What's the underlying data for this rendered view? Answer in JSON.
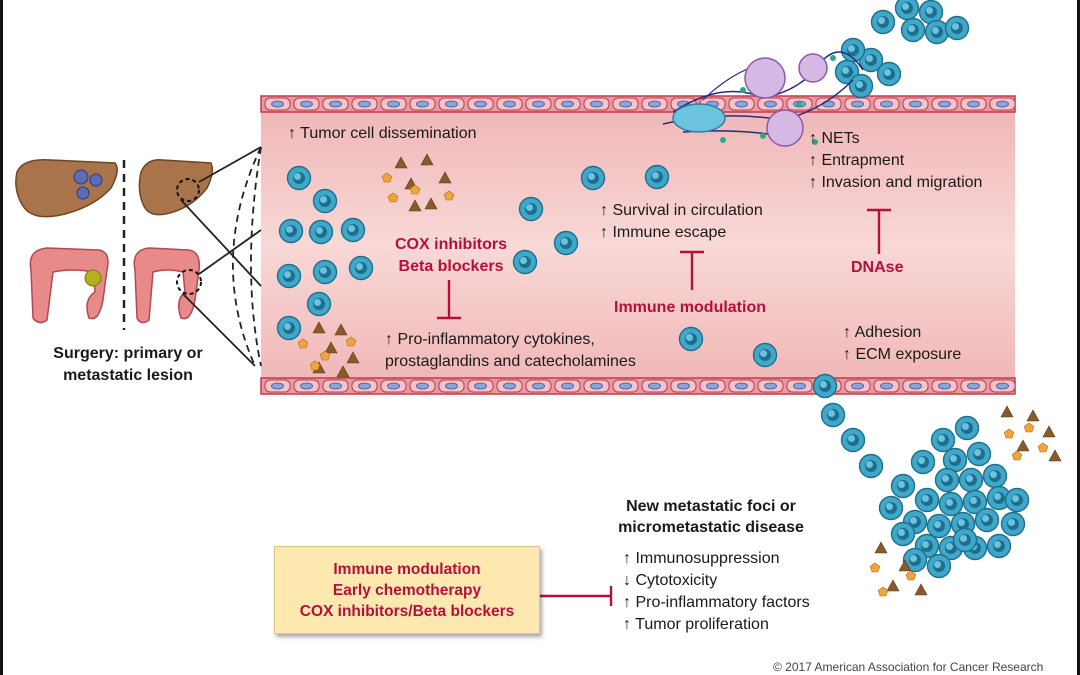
{
  "vessel_labels": {
    "dissemination": "↑ Tumor cell dissemination",
    "survival": [
      "↑ Survival in circulation",
      "↑ Immune escape"
    ],
    "nets": [
      "↑ NETs",
      "↑ Entrapment",
      "↑ Invasion and migration"
    ],
    "cytokines": [
      "↑ Pro-inflammatory cytokines,",
      "prostaglandins and catecholamines"
    ],
    "adhesion": [
      "↑ Adhesion",
      "↑ ECM exposure"
    ]
  },
  "interventions": {
    "cox": [
      "COX inhibitors",
      "Beta blockers"
    ],
    "immune": "Immune modulation",
    "dnase": "DNAse"
  },
  "surgery": [
    "Surgery: primary or",
    "metastatic lesion"
  ],
  "metastasis": {
    "title": [
      "New metastatic foci or",
      "micrometastatic disease"
    ],
    "effects": [
      "↑ Immunosuppression",
      "↓ Cytotoxicity",
      "↑ Pro-inflammatory factors",
      "↑ Tumor proliferation"
    ]
  },
  "therapy_box": [
    "Immune modulation",
    "Early chemotherapy",
    "COX inhibitors/Beta blockers"
  ],
  "copyright": "© 2017 American Association for Cancer Research",
  "colors": {
    "vessel_fill": "#f3c3c3",
    "vessel_wall": "#c23a4a",
    "cell_fill": "#3fa8c8",
    "cell_nucleus": "#6cc3df",
    "inhibition_red": "#b5103c",
    "box_fill": "#fde9b0"
  }
}
